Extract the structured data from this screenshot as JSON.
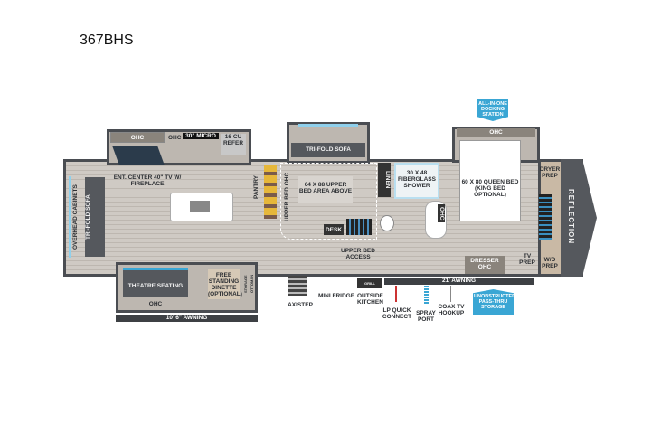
{
  "title": "367BHS",
  "labels": {
    "ohc_kitchen": "OHC",
    "ohc_micro": "OHC",
    "micro": "30\" MICRO",
    "refer": "16 CU REFER",
    "ent_center": "ENT. CENTER 40\" TV w/ FIREPLACE",
    "pantry": "PANTRY",
    "overhead_cabinets": "OVERHEAD CABINETS",
    "tri_fold_sofa_rear": "TRI-FOLD SOFA",
    "theatre_seating": "THEATRE SEATING",
    "ohc_theatre": "OHC",
    "dinette": "FREE STANDING DINETTE (OPTIONAL)",
    "storage_ottoman": "STORAGE OTTOMAN",
    "awning_small": "10' 6\" AWNING",
    "tri_fold_sofa_mid": "TRI-FOLD SOFA",
    "upper_bed_ohc": "UPPER BED OHC",
    "upper_bed_area": "64 x 88 UPPER BED AREA ABOVE",
    "desk": "DESK",
    "upper_bed_access": "UPPER BED ACCESS",
    "linen": "LINEN",
    "shower": "30 x 48 FIBERGLASS SHOWER",
    "ohc_bath": "OHC",
    "ohc_bedroom": "OHC",
    "queen_bed": "60 x 80 QUEEN BED (KING BED OPTIONAL)",
    "dryer_prep": "DRYER PREP",
    "wd_prep": "W/D PREP",
    "tv_prep": "TV PREP",
    "dresser": "DRESSER",
    "ohc_dresser": "OHC",
    "brand": "REFLECTION",
    "docking_station": "ALL-IN-ONE DOCKING STATION",
    "awning_large": "21' AWNING",
    "axistep": "AXISTEP",
    "mini_fridge": "MINI FRIDGE",
    "outside_kitchen": "OUTSIDE KITCHEN",
    "grill": "GRILL",
    "lp_quick_connect": "LP QUICK CONNECT",
    "spray_port": "SPRAY PORT",
    "coax_tv_hookup": "COAX TV HOOKUP",
    "pass_thru_storage": "UNOBSTRUCTED PASS-THRU STORAGE"
  },
  "colors": {
    "accent": "#3aa6d4",
    "wall": "#4a4d52"
  }
}
